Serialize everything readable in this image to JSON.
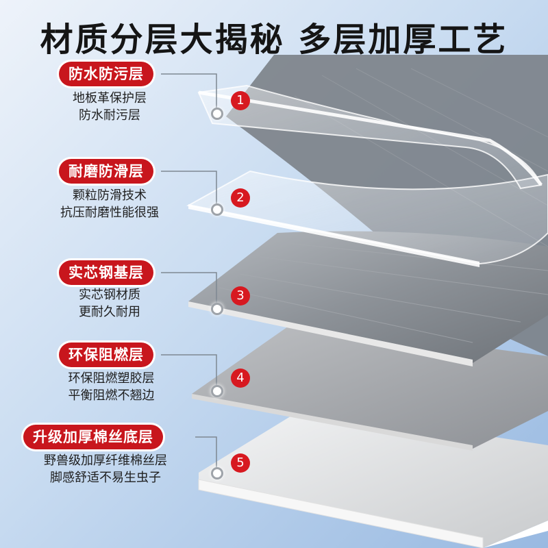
{
  "title": "材质分层大揭秘 多层加厚工艺",
  "colors": {
    "background": "#b9d2ee",
    "badge": "#c8161d",
    "number_circle": "#d71920",
    "text": "#1e1e1e"
  },
  "layers": [
    {
      "number": "1",
      "name": "防水防污层",
      "lines": [
        "地板革保护层",
        "防水耐污层"
      ]
    },
    {
      "number": "2",
      "name": "耐磨防滑层",
      "lines": [
        "颗粒防滑技术",
        "抗压耐磨性能很强"
      ]
    },
    {
      "number": "3",
      "name": "实芯钢基层",
      "lines": [
        "实芯钢材质",
        "更耐久耐用"
      ]
    },
    {
      "number": "4",
      "name": "环保阻燃层",
      "lines": [
        "环保阻燃塑胶层",
        "平衡阻燃不翘边"
      ]
    },
    {
      "number": "5",
      "name": "升级加厚棉丝底层",
      "lines": [
        "野兽级加厚纤维棉丝层",
        "脚感舒适不易生虫子"
      ]
    }
  ]
}
